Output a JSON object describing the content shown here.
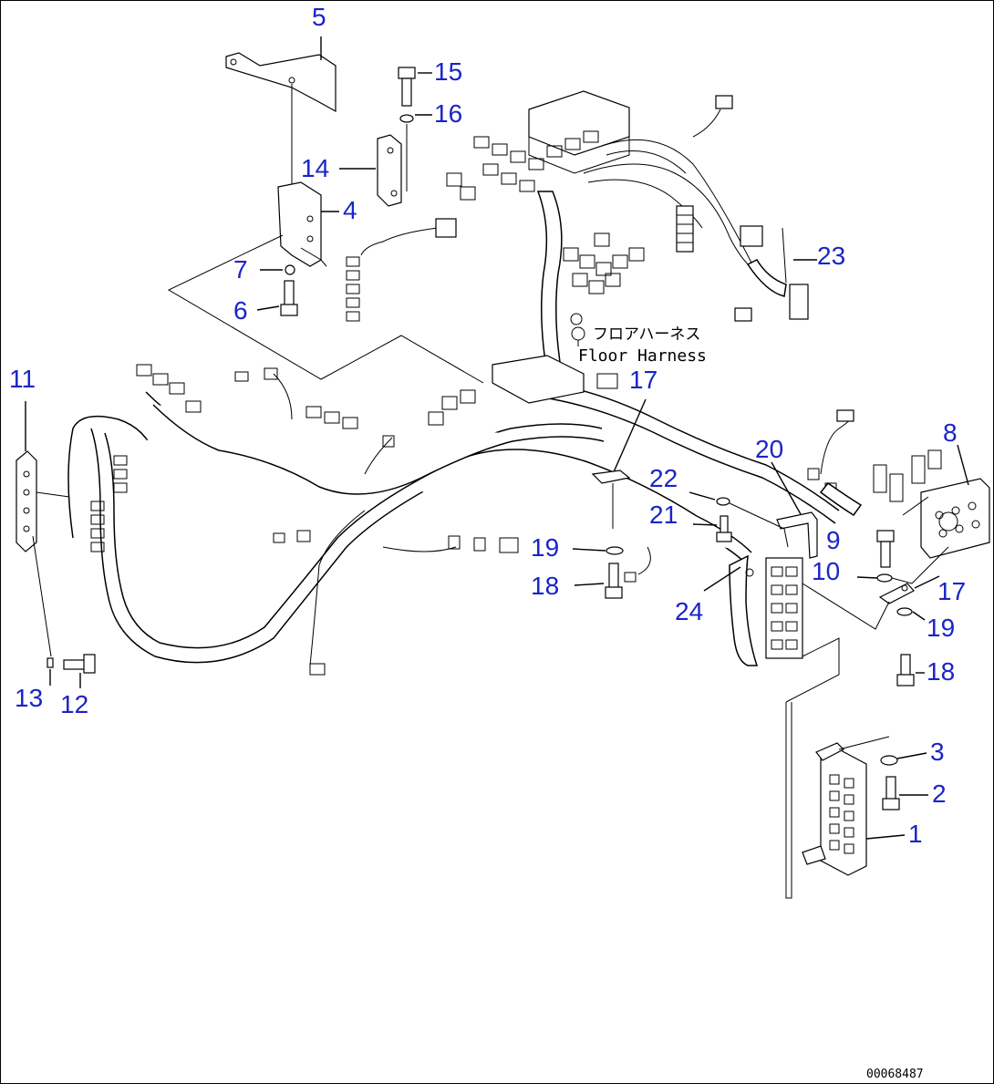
{
  "diagram": {
    "callouts": [
      "1",
      "2",
      "3",
      "4",
      "5",
      "6",
      "7",
      "8",
      "9",
      "10",
      "11",
      "12",
      "13",
      "14",
      "15",
      "16",
      "17",
      "17",
      "18",
      "18",
      "19",
      "19",
      "20",
      "21",
      "22",
      "23",
      "24"
    ],
    "label_jp": "フロアハーネス",
    "label_en": "Floor Harness",
    "drawing_code": "00068487"
  }
}
